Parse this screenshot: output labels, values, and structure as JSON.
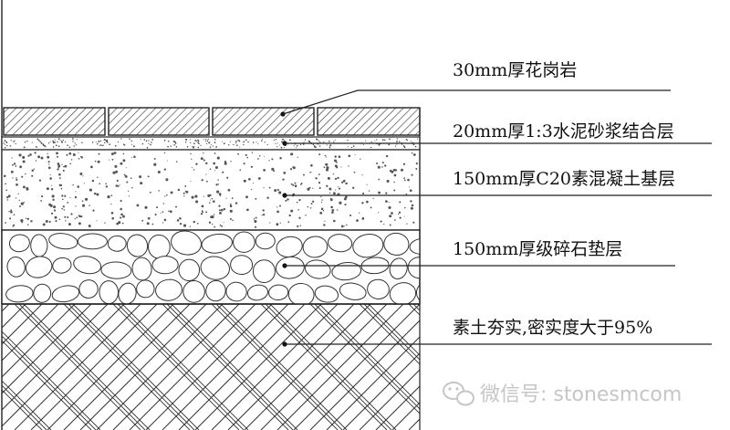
{
  "layers": [
    {
      "id": "granite",
      "label": "30mm厚花岗岩"
    },
    {
      "id": "mortar",
      "label": "20mm厚1:3水泥砂浆结合层"
    },
    {
      "id": "concrete",
      "label": "150mm厚C20素混凝土基层"
    },
    {
      "id": "gravel",
      "label": "150mm厚级碎石垫层"
    },
    {
      "id": "soil",
      "label": "素土夯实,密实度大于95%"
    }
  ],
  "watermark": {
    "text": "微信号: stonesmcom",
    "icon": "wechat-icon"
  },
  "colors": {
    "line": "#222222",
    "hatch": "#333333",
    "watermark": "#c6c6c6"
  }
}
